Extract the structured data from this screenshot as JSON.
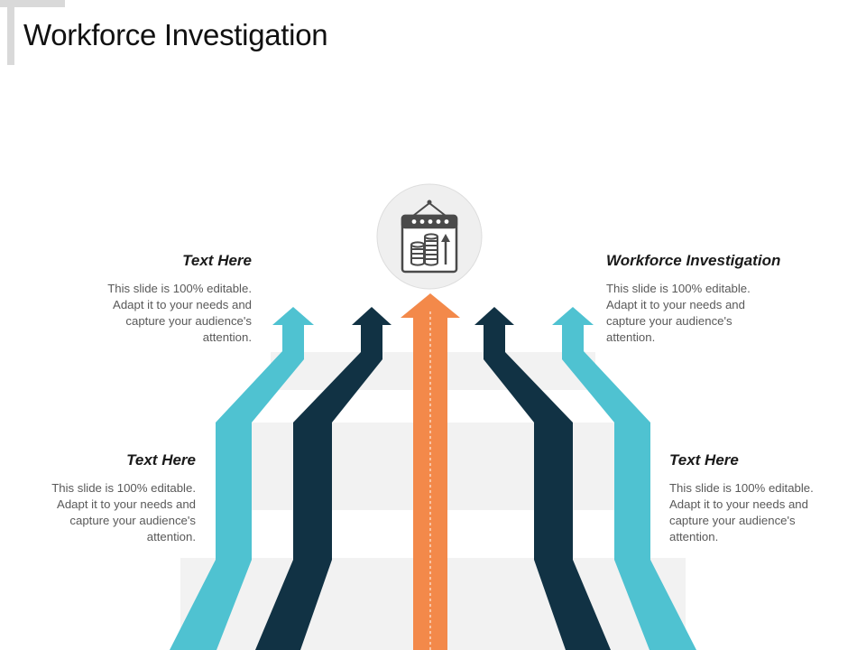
{
  "title": "Workforce Investigation",
  "colors": {
    "teal": "#4fc2d1",
    "navy": "#113244",
    "orange": "#f3894a",
    "stripe": "#f2f2f2",
    "circle": "#efefef",
    "icon": "#4a4a4a"
  },
  "center_icon": "money-growth-board-icon",
  "blocks": {
    "top_left": {
      "heading": "Text Here",
      "body": "This slide is 100% editable. Adapt it to your needs and capture your audience's attention."
    },
    "bottom_left": {
      "heading": "Text Here",
      "body": "This slide is 100% editable. Adapt it to your needs and capture your audience's attention."
    },
    "top_right": {
      "heading": "Workforce Investigation",
      "body": "This slide is 100% editable. Adapt it to your needs and capture your audience's attention."
    },
    "bottom_right": {
      "heading": "Text Here",
      "body": "This slide is 100% editable. Adapt it to your needs and capture your audience's attention."
    }
  }
}
